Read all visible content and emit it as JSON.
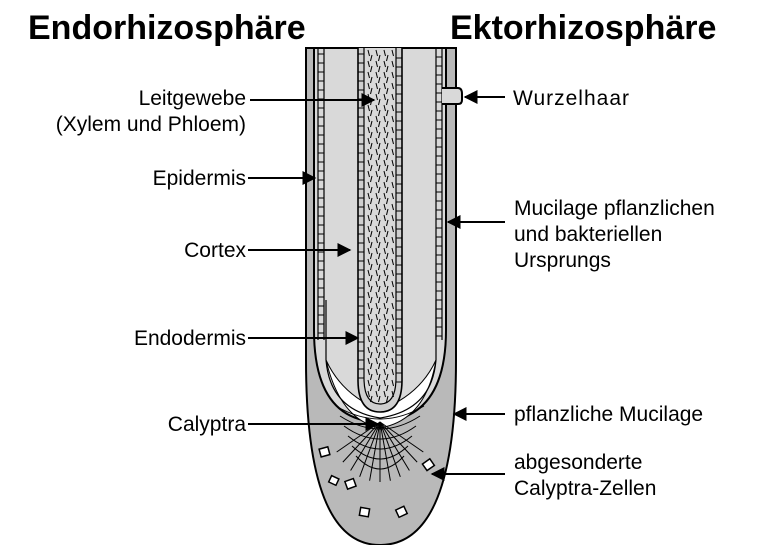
{
  "headings": {
    "left": "Endorhizosphäre",
    "right": "Ektorhizosphäre"
  },
  "labels_left": {
    "leitgewebe_line1": "Leitgewebe",
    "leitgewebe_line2": "(Xylem und Phloem)",
    "epidermis": "Epidermis",
    "cortex": "Cortex",
    "endodermis": "Endodermis",
    "calyptra": "Calyptra"
  },
  "labels_right": {
    "wurzelhaar": "Wurzelhaar",
    "mucilage_line1": "Mucilage pflanzlichen",
    "mucilage_line2": "und bakteriellen",
    "mucilage_line3": "Ursprungs",
    "pflanzliche_mucilage": "pflanzliche Mucilage",
    "abgesondert_line1": "abgesonderte",
    "abgesondert_line2": "Calyptra-Zellen"
  },
  "colors": {
    "mucilage_layer": "#b9b9b9",
    "root_body": "#d9d9d9",
    "vascular": "#cfcfcf",
    "calyptra_cells": "#ffffff",
    "outline": "#000000"
  }
}
